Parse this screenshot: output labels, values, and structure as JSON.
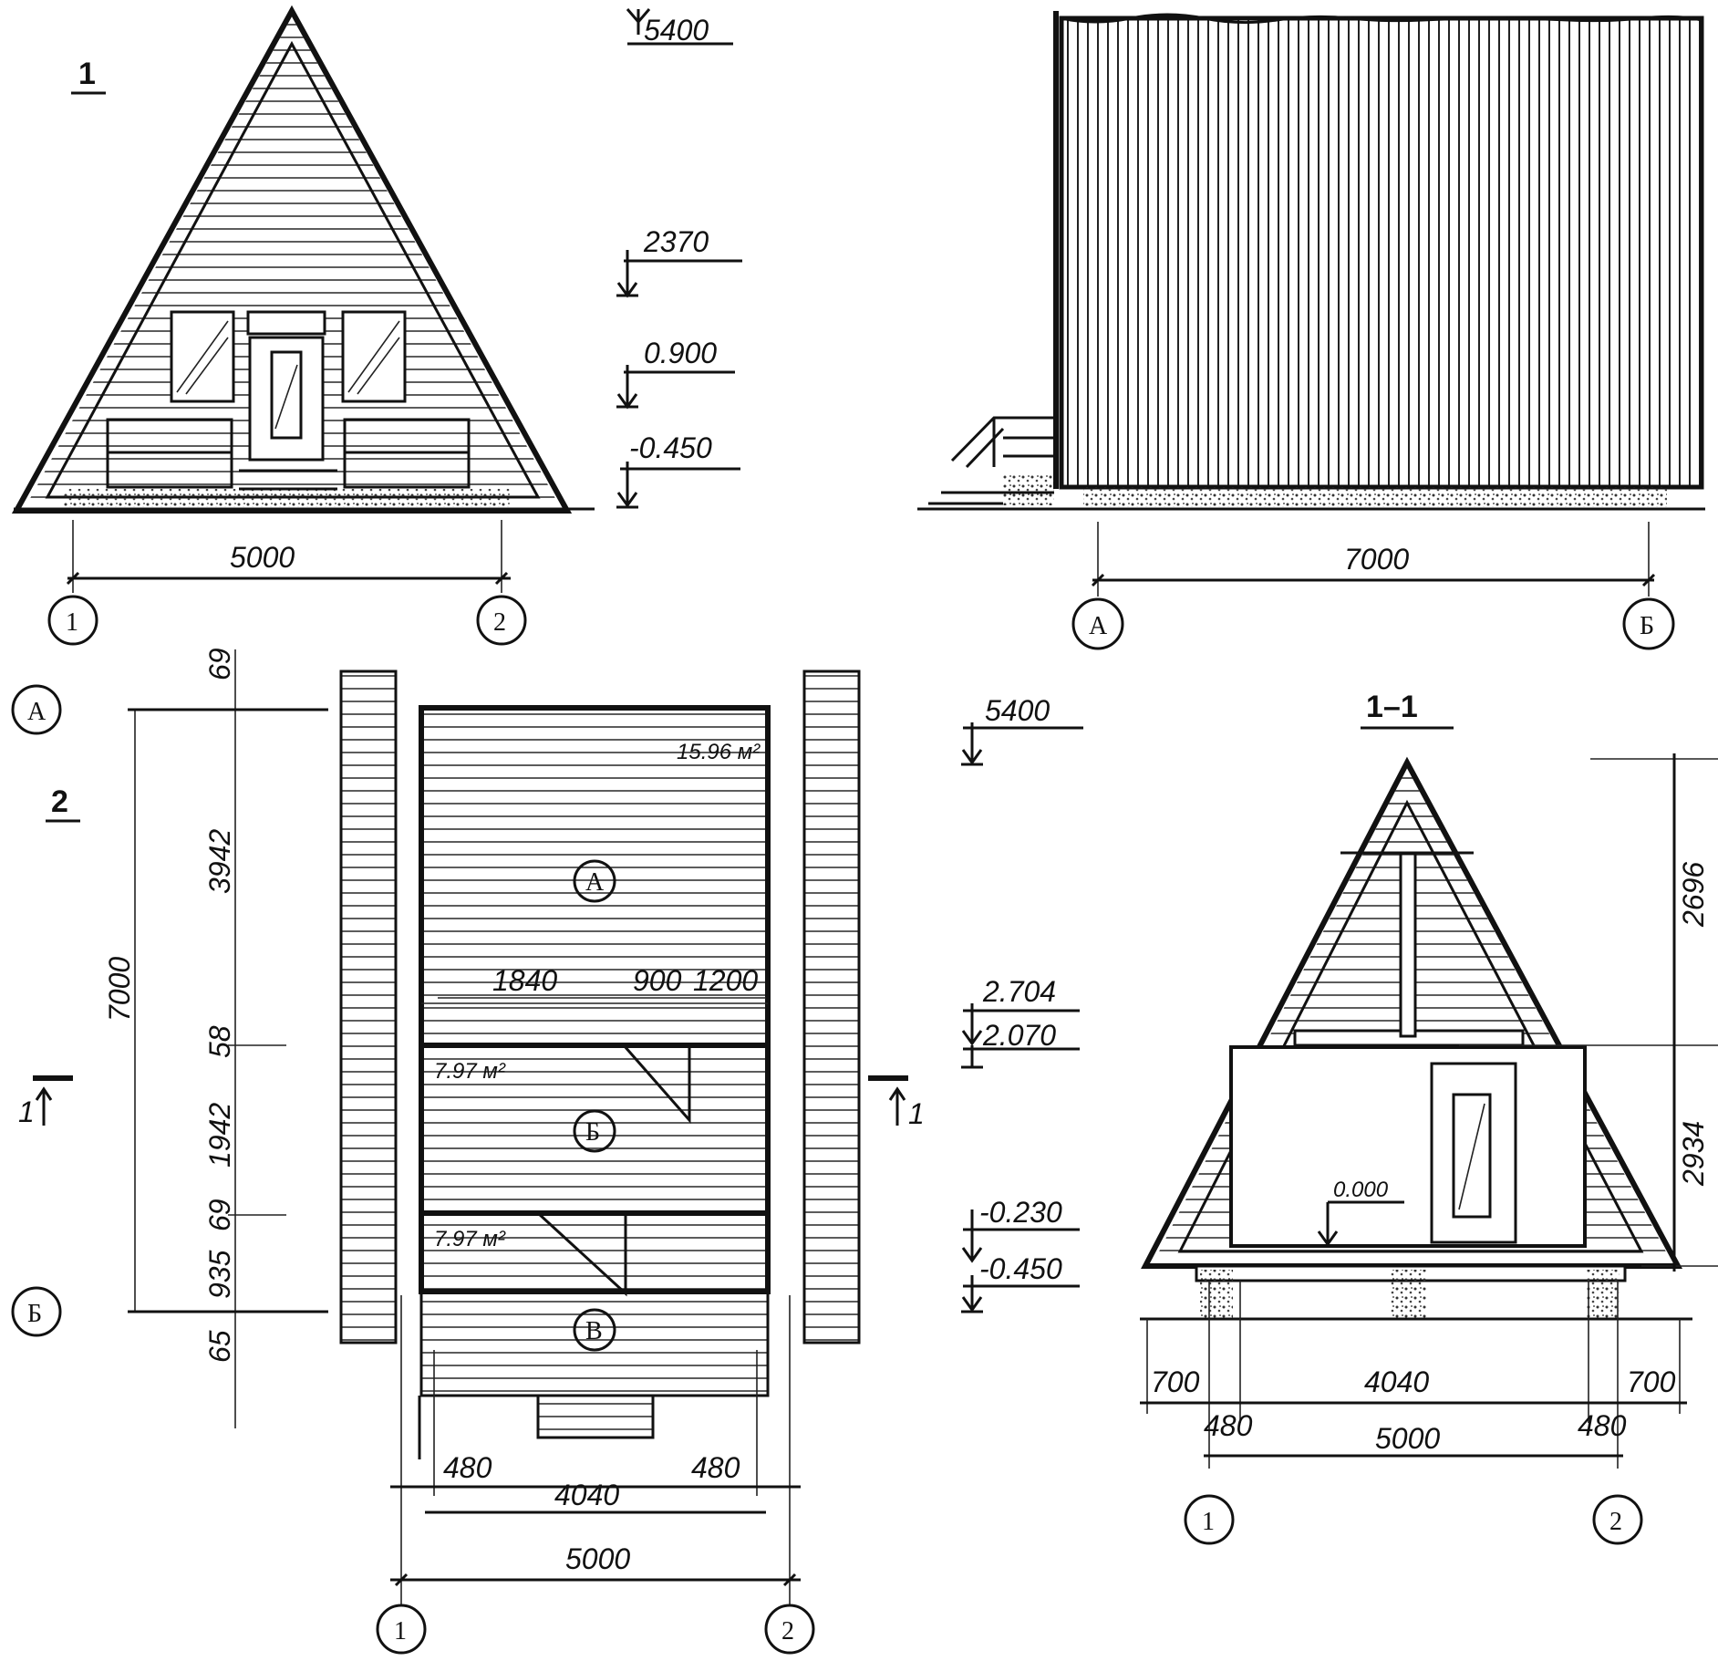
{
  "views": {
    "facade_1": {
      "title": "1",
      "levels": [
        "5400",
        "2370",
        "0.900",
        "-0.450"
      ],
      "dims": {
        "width": "5000"
      },
      "axes": [
        "1",
        "2"
      ]
    },
    "side_facade": {
      "dims": {
        "length": "7000"
      },
      "axes": [
        "А",
        "Б"
      ]
    },
    "plan_2": {
      "title": "2",
      "axes_rows": [
        "А",
        "Б"
      ],
      "axes_cols": [
        "1",
        "2"
      ],
      "dims_left": [
        "69",
        "3942",
        "58",
        "1942",
        "69",
        "935",
        "65"
      ],
      "dim_total": "7000",
      "dims_top_interior": [
        "1840",
        "900",
        "1200"
      ],
      "dims_bottom": [
        "480",
        "4040",
        "480",
        "5000"
      ],
      "areas": [
        "15.96 м²",
        "7.97 м²",
        "7.97 м²"
      ],
      "rooms": [
        "А",
        "Б",
        "В"
      ],
      "section_marks": [
        "1",
        "1"
      ]
    },
    "section_1_1": {
      "title": "1–1",
      "levels": [
        "5400",
        "2.704",
        "2.070",
        "-0.230",
        "-0.450",
        "0.000"
      ],
      "dims_right": [
        "2696",
        "2934"
      ],
      "dims_bottom": [
        "700",
        "4040",
        "700",
        "480",
        "5000",
        "480"
      ],
      "axes": [
        "1",
        "2"
      ]
    }
  }
}
